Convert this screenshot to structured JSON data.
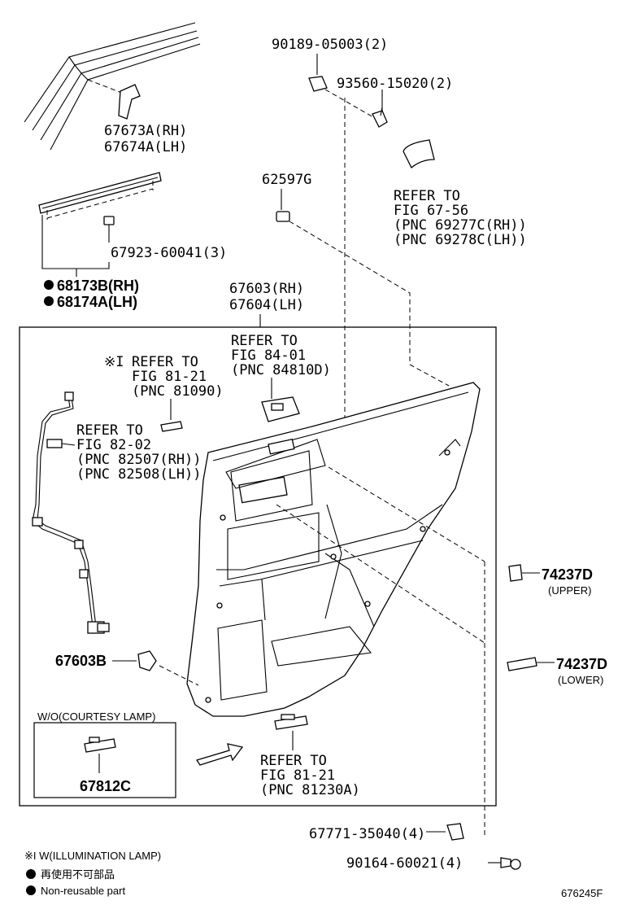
{
  "labels": {
    "clip_upper": "90189-05003(2)",
    "screw": "93560-15020(2)",
    "handle_rh": "67673A(RH)",
    "handle_lh": "67674A(LH)",
    "clip_62597": "62597G",
    "refer_67_line1": "REFER TO",
    "refer_67_line2": "FIG 67-56",
    "refer_67_line3": "(PNC 69277C(RH))",
    "refer_67_line4": "(PNC 69278C(LH))",
    "clip_67923": "67923-60041(3)",
    "weather_rh": "68173B(RH)",
    "weather_lh": "68174A(LH)",
    "panel_rh": "67603(RH)",
    "panel_lh": "67604(LH)",
    "refer_84_line1": "REFER TO",
    "refer_84_line2": "FIG 84-01",
    "refer_84_line3": "(PNC 84810D)",
    "refer_8121a_line1": "REFER TO",
    "refer_8121a_line2": "FIG 81-21",
    "refer_8121a_line3": "(PNC 81090)",
    "refer_8121a_mark": "※I",
    "refer_82_line1": "REFER TO",
    "refer_82_line2": "FIG 82-02",
    "refer_82_line3": "(PNC 82507(RH))",
    "refer_82_line4": "(PNC 82508(LH))",
    "clip_74237_upper": "74237D",
    "upper_caption": "(UPPER)",
    "clip_74237_lower": "74237D",
    "lower_caption": "(LOWER)",
    "clip_67603b": "67603B",
    "wo_courtesy": "W/O(COURTESY LAMP)",
    "cover_67812": "67812C",
    "refer_8121b_line1": "REFER TO",
    "refer_8121b_line2": "FIG 81-21",
    "refer_8121b_line3": "(PNC 81230A)",
    "clip_67771": "67771-35040(4)",
    "screw_90164": "90164-60021(4)",
    "legend_i": "※I W(ILLUMINATION LAMP)",
    "legend_dot_jp": "再使用不可部品",
    "legend_dot_en": "Non-reusable part",
    "figure_id": "676245F"
  },
  "colors": {
    "ink": "#000000",
    "paper": "#ffffff"
  }
}
